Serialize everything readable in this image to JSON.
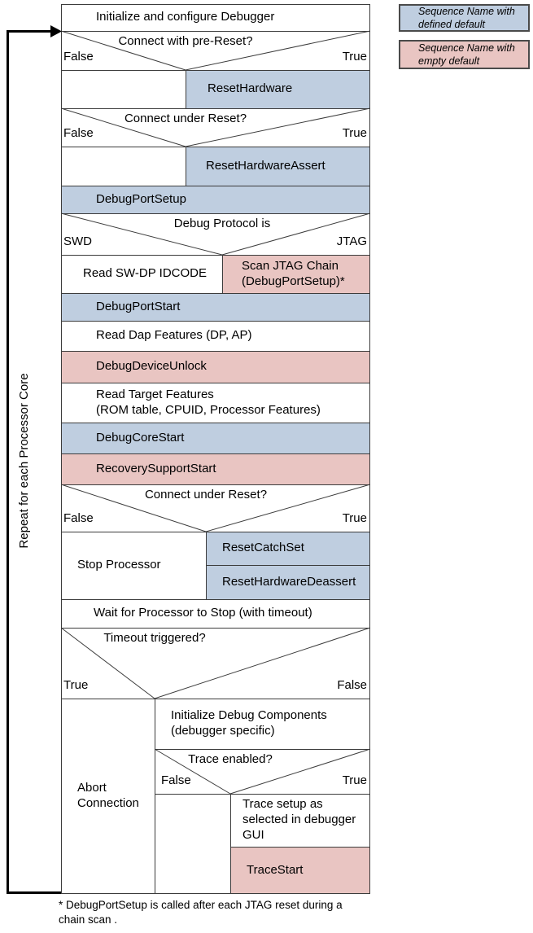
{
  "colors": {
    "defined_default_fill": "#BFCEE0",
    "empty_default_fill": "#E9C5C2",
    "line": "#3c3c3c",
    "loop_arrow": "#000000"
  },
  "legend": {
    "defined": "Sequence Name with\ndefined default",
    "empty": "Sequence Name with\nempty default"
  },
  "loop_label": "Repeat for each Processor Core",
  "footnote": "* DebugPortSetup is called after each JTAG reset during a\nchain scan .",
  "flow": {
    "init": "Initialize and configure Debugger",
    "d1": {
      "q": "Connect with pre-Reset?",
      "left": "False",
      "right": "True"
    },
    "reset_hardware": "ResetHardware",
    "d2": {
      "q": "Connect under Reset?",
      "left": "False",
      "right": "True"
    },
    "reset_hardware_assert": "ResetHardwareAssert",
    "debug_port_setup": "DebugPortSetup",
    "d3": {
      "q": "Debug Protocol is",
      "left": "SWD",
      "right": "JTAG"
    },
    "read_swdp": "Read SW-DP IDCODE",
    "scan_jtag": "Scan JTAG Chain\n(DebugPortSetup)*",
    "debug_port_start": "DebugPortStart",
    "read_dap": "Read Dap Features (DP, AP)",
    "debug_device_unlock": "DebugDeviceUnlock",
    "read_target": "Read Target Features\n(ROM table, CPUID, Processor Features)",
    "debug_core_start": "DebugCoreStart",
    "recovery_support_start": "RecoverySupportStart",
    "d4": {
      "q": "Connect under Reset?",
      "left": "False",
      "right": "True"
    },
    "stop_processor": "Stop Processor",
    "reset_catch_set": "ResetCatchSet",
    "reset_hardware_deassert": "ResetHardwareDeassert",
    "wait_stop": "Wait for Processor to Stop (with timeout)",
    "d5": {
      "q": "Timeout triggered?",
      "left": "True",
      "right": "False"
    },
    "abort_connection": "Abort\nConnection",
    "init_debug_components": "Initialize Debug Components\n(debugger specific)",
    "d6": {
      "q": "Trace enabled?",
      "left": "False",
      "right": "True"
    },
    "trace_setup": "Trace setup as\nselected in debugger\nGUI",
    "trace_start": "TraceStart"
  }
}
